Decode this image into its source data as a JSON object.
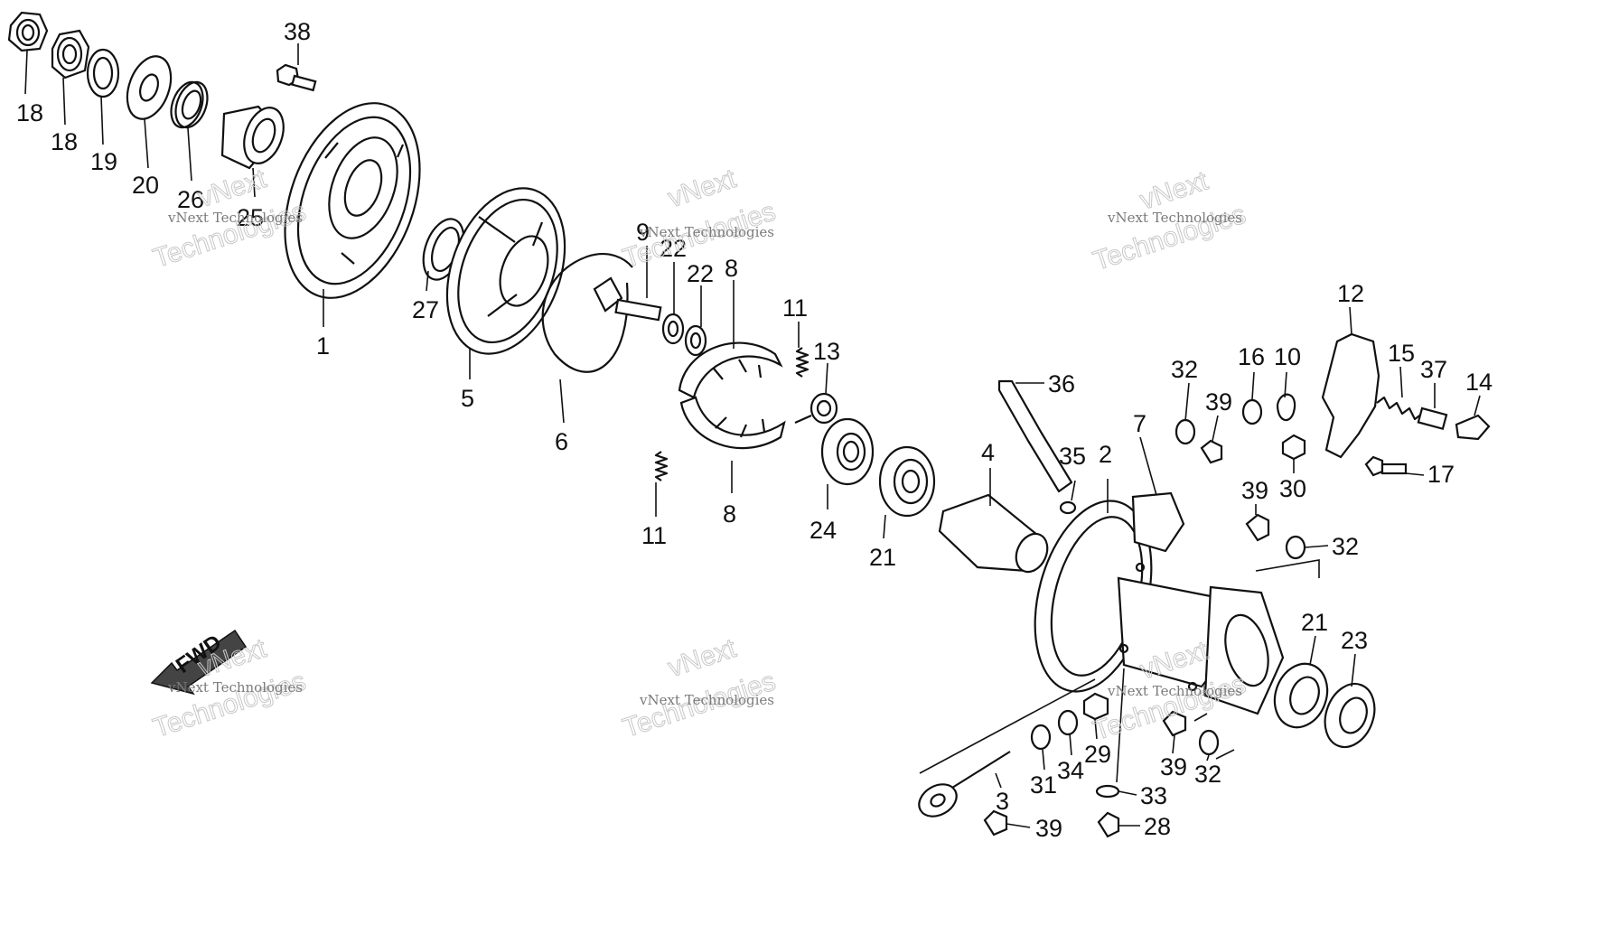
{
  "diagram": {
    "callouts": [
      {
        "id": "c18a",
        "label": "18"
      },
      {
        "id": "c18b",
        "label": "18"
      },
      {
        "id": "c19",
        "label": "19"
      },
      {
        "id": "c20",
        "label": "20"
      },
      {
        "id": "c26",
        "label": "26"
      },
      {
        "id": "c25",
        "label": "25"
      },
      {
        "id": "c38",
        "label": "38"
      },
      {
        "id": "c1",
        "label": "1"
      },
      {
        "id": "c27",
        "label": "27"
      },
      {
        "id": "c5",
        "label": "5"
      },
      {
        "id": "c6",
        "label": "6"
      },
      {
        "id": "c9",
        "label": "9"
      },
      {
        "id": "c22a",
        "label": "22"
      },
      {
        "id": "c22b",
        "label": "22"
      },
      {
        "id": "c8a",
        "label": "8"
      },
      {
        "id": "c8b",
        "label": "8"
      },
      {
        "id": "c11a",
        "label": "11"
      },
      {
        "id": "c11b",
        "label": "11"
      },
      {
        "id": "c13",
        "label": "13"
      },
      {
        "id": "c24",
        "label": "24"
      },
      {
        "id": "c21a",
        "label": "21"
      },
      {
        "id": "c36",
        "label": "36"
      },
      {
        "id": "c4",
        "label": "4"
      },
      {
        "id": "c35",
        "label": "35"
      },
      {
        "id": "c2",
        "label": "2"
      },
      {
        "id": "c7",
        "label": "7"
      },
      {
        "id": "c32a",
        "label": "32"
      },
      {
        "id": "c39a",
        "label": "39"
      },
      {
        "id": "c16",
        "label": "16"
      },
      {
        "id": "c10",
        "label": "10"
      },
      {
        "id": "c12",
        "label": "12"
      },
      {
        "id": "c15",
        "label": "15"
      },
      {
        "id": "c37",
        "label": "37"
      },
      {
        "id": "c14",
        "label": "14"
      },
      {
        "id": "c17",
        "label": "17"
      },
      {
        "id": "c30",
        "label": "30"
      },
      {
        "id": "c39b",
        "label": "39"
      },
      {
        "id": "c32b",
        "label": "32"
      },
      {
        "id": "c21b",
        "label": "21"
      },
      {
        "id": "c23",
        "label": "23"
      },
      {
        "id": "c29",
        "label": "29"
      },
      {
        "id": "c34",
        "label": "34"
      },
      {
        "id": "c31",
        "label": "31"
      },
      {
        "id": "c39c",
        "label": "39"
      },
      {
        "id": "c32c",
        "label": "32"
      },
      {
        "id": "c3",
        "label": "3"
      },
      {
        "id": "c33",
        "label": "33"
      },
      {
        "id": "c39d",
        "label": "39"
      },
      {
        "id": "c28",
        "label": "28"
      }
    ],
    "fwd_label": "FWD",
    "watermark": {
      "line1": "vNext",
      "line2": "vNext Technologies",
      "line3": "Technologies"
    }
  }
}
